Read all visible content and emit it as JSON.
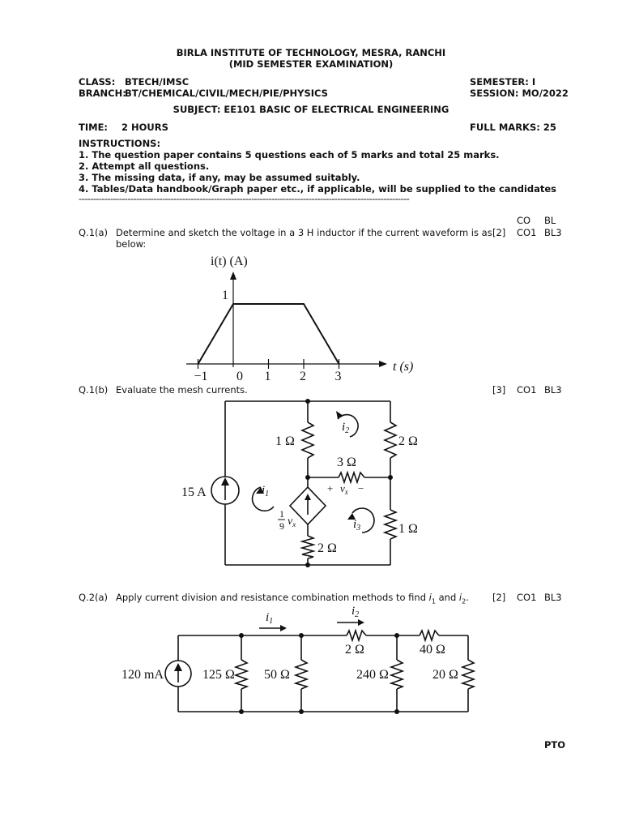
{
  "header": {
    "institute": "BIRLA INSTITUTE OF TECHNOLOGY, MESRA, RANCHI",
    "exam": "(MID SEMESTER EXAMINATION)",
    "class_label": "CLASS:",
    "class_value": "BTECH/IMSC",
    "branch_label": "BRANCH:",
    "branch_value": "BT/CHEMICAL/CIVIL/MECH/PIE/PHYSICS",
    "semester": "SEMESTER: I",
    "session": "SESSION: MO/2022",
    "subject": "SUBJECT: EE101 BASIC OF ELECTRICAL ENGINEERING",
    "time_label": "TIME:",
    "time_value": "2 HOURS",
    "full_marks": "FULL MARKS: 25"
  },
  "instructions": {
    "title": "INSTRUCTIONS:",
    "items": [
      "1. The question paper contains 5 questions each of 5 marks and total 25 marks.",
      "2. Attempt all questions.",
      "3. The missing data, if any, may be assumed suitably.",
      "4. Tables/Data handbook/Graph paper etc., if applicable, will be supplied to the candidates"
    ]
  },
  "divider": "-------------------------------------------------------------------------------------------------------------------",
  "columns": {
    "co": "CO",
    "bl": "BL"
  },
  "questions": [
    {
      "num": "Q.1(a)",
      "text_line1": "Determine and sketch the voltage in a 3 H inductor if the current waveform is as",
      "text_line2": "below:",
      "marks": "[2]",
      "co": "CO1",
      "bl": "BL3"
    },
    {
      "num": "Q.1(b)",
      "text_line1": "Evaluate the mesh currents.",
      "marks": "[3]",
      "co": "CO1",
      "bl": "BL3"
    },
    {
      "num": "Q.2(a)",
      "text_pre": "Apply current division and resistance combination methods to find ",
      "var1": "i",
      "sub1": "1",
      "text_mid": " and ",
      "var2": "i",
      "sub2": "2",
      "text_post": ".",
      "marks": "[2]",
      "co": "CO1",
      "bl": "BL3"
    }
  ],
  "figure1": {
    "ylabel": "i(t) (A)",
    "xlabel": "t (s)",
    "y_tick": "1",
    "x_ticks": [
      "−1",
      "0",
      "1",
      "2",
      "3"
    ]
  },
  "chart_data": {
    "type": "line",
    "xlabel": "t (s)",
    "ylabel": "i(t) (A)",
    "x": [
      -1,
      0,
      2,
      3
    ],
    "y": [
      0,
      1,
      1,
      0
    ],
    "xticks": [
      -1,
      0,
      1,
      2,
      3
    ],
    "yticks": [
      1
    ]
  },
  "figure2": {
    "source": "15 A",
    "r_top_left": "1 Ω",
    "r_top_right": "2 Ω",
    "r_middle": "3 Ω",
    "r_bottom_left": "2 Ω",
    "r_bottom_right": "1 Ω",
    "vx_plus": "+",
    "vx_label": "v",
    "vx_sub": "x",
    "vx_minus": "−",
    "dep_num": "1",
    "dep_den": "9",
    "dep_var": "v",
    "dep_sub": "x",
    "mesh1": "i",
    "mesh1_sub": "1",
    "mesh2": "i",
    "mesh2_sub": "2",
    "mesh3": "i",
    "mesh3_sub": "3"
  },
  "figure3": {
    "source": "120 mA",
    "r1": "125 Ω",
    "r2": "50 Ω",
    "r3": "2 Ω",
    "r4": "240 Ω",
    "r5": "40 Ω",
    "r6": "20 Ω",
    "i1": "i",
    "i1_sub": "1",
    "i2": "i",
    "i2_sub": "2"
  },
  "footer": {
    "pto": "PTO"
  }
}
